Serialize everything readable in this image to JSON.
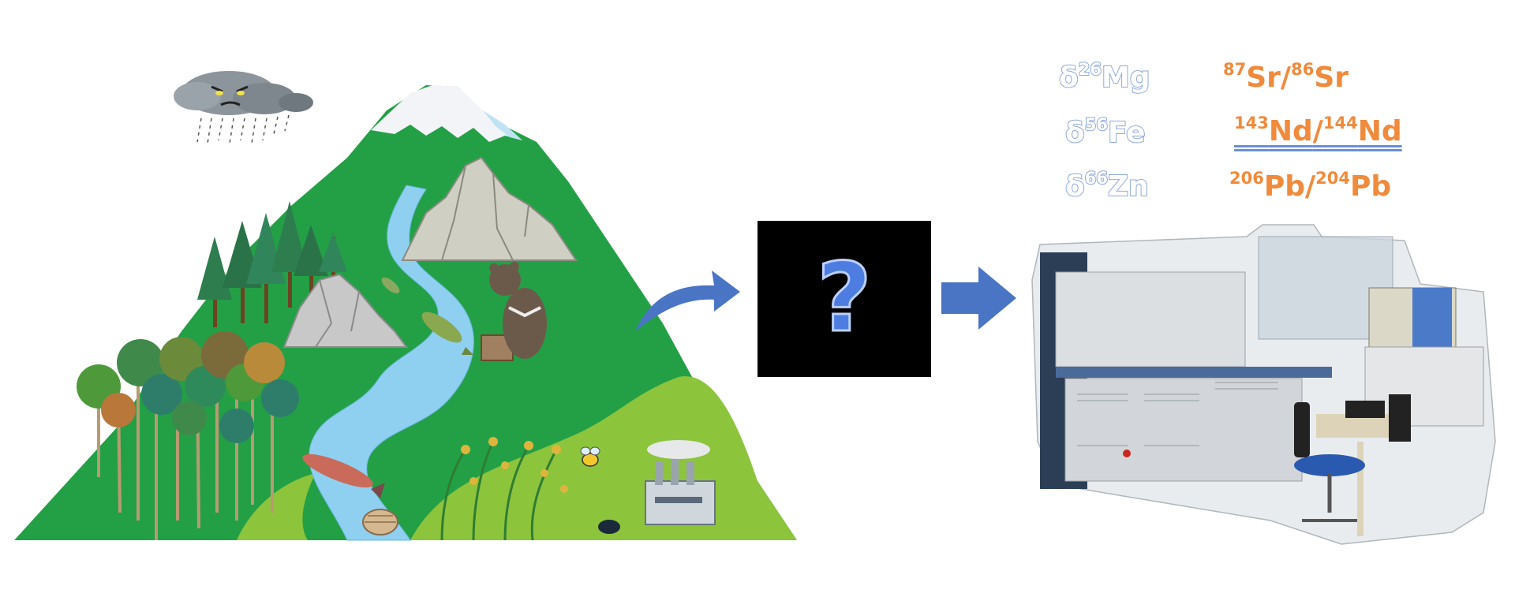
{
  "center_symbol": "?",
  "isotopes_left": [
    {
      "prefix": "δ",
      "mass": "26",
      "element": "Mg"
    },
    {
      "prefix": "δ",
      "mass": "56",
      "element": "Fe"
    },
    {
      "prefix": "δ",
      "mass": "66",
      "element": "Zn"
    }
  ],
  "isotopes_right": [
    {
      "mass_a": "87",
      "element_a": "Sr",
      "mass_b": "86",
      "element_b": "Sr"
    },
    {
      "mass_a": "143",
      "element_a": "Nd",
      "mass_b": "144",
      "element_b": "Nd"
    },
    {
      "mass_a": "206",
      "element_a": "Pb",
      "mass_b": "204",
      "element_b": "Pb"
    }
  ],
  "colors": {
    "mountain": "#23a046",
    "meadow": "#8cc43c",
    "river": "#8fd0f0",
    "snow": "#f2f4f8",
    "arrow": "#4a74c4",
    "box": "#000000",
    "isotope_blue": "#8fa9dc",
    "isotope_orange": "#f08a3c"
  },
  "icons": [
    "storm-cloud-icon",
    "tree-icon",
    "rock-icon",
    "fish-icon",
    "bear-icon",
    "rice-icon",
    "bee-icon",
    "beetle-icon",
    "factory-icon",
    "clam-icon",
    "instrument-icon",
    "chair-icon",
    "computer-icon"
  ]
}
